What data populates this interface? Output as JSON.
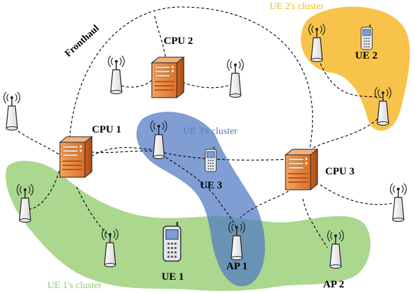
{
  "fronthaul_label": "Fronthaul",
  "cpus": [
    {
      "label": "CPU 1"
    },
    {
      "label": "CPU 2"
    },
    {
      "label": "CPU 3"
    }
  ],
  "clusters": [
    {
      "label": "UE 1's cluster",
      "color": "#8fc96a"
    },
    {
      "label": "UE 2's cluster",
      "color": "#f6b82a"
    },
    {
      "label": "UE 3's cluster",
      "color": "#5b82c9"
    }
  ],
  "ues": [
    {
      "label": "UE 1"
    },
    {
      "label": "UE 2"
    },
    {
      "label": "UE 3"
    }
  ],
  "aps": [
    {
      "label": "AP 1"
    },
    {
      "label": "AP 2"
    }
  ],
  "colors": {
    "server_orange": "#e98a3c",
    "link": "#000000",
    "ap_body": "#f4f4f4"
  }
}
